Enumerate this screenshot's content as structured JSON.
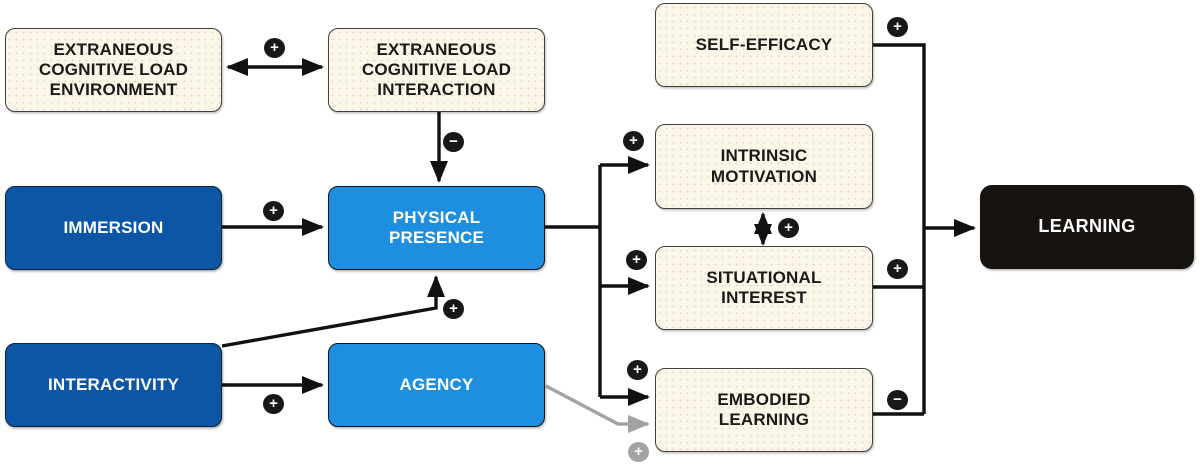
{
  "colors": {
    "dark_blue": "#0d56a6",
    "light_blue": "#1e8fe0",
    "cream": "#fbf7e8",
    "black_box": "#171310",
    "badge_black": "#181818",
    "badge_gray": "#a3a3a3"
  },
  "nodes": {
    "ecl_environment": {
      "label": "EXTRANEOUS\nCOGNITIVE LOAD\nENVIRONMENT"
    },
    "ecl_interaction": {
      "label": "EXTRANEOUS\nCOGNITIVE LOAD\nINTERACTION"
    },
    "immersion": {
      "label": "IMMERSION"
    },
    "physical_presence": {
      "label": "PHYSICAL\nPRESENCE"
    },
    "interactivity": {
      "label": "INTERACTIVITY"
    },
    "agency": {
      "label": "AGENCY"
    },
    "self_efficacy": {
      "label": "SELF-EFFICACY"
    },
    "intrinsic_motivation": {
      "label": "INTRINSIC\nMOTIVATION"
    },
    "situational_interest": {
      "label": "SITUATIONAL\nINTEREST"
    },
    "embodied_learning": {
      "label": "EMBODIED\nLEARNING"
    },
    "learning": {
      "label": "LEARNING"
    }
  },
  "edges": [
    {
      "from": "ecl_environment",
      "to": "ecl_interaction",
      "sign": "+",
      "bidirectional": true
    },
    {
      "from": "ecl_interaction",
      "to": "physical_presence",
      "sign": "−"
    },
    {
      "from": "immersion",
      "to": "physical_presence",
      "sign": "+"
    },
    {
      "from": "interactivity",
      "to": "agency",
      "sign": "+"
    },
    {
      "from": "interactivity",
      "to": "physical_presence",
      "sign": "+"
    },
    {
      "from": "physical_presence",
      "to": "intrinsic_motivation",
      "sign": "+"
    },
    {
      "from": "physical_presence",
      "to": "situational_interest",
      "sign": "+"
    },
    {
      "from": "physical_presence",
      "to": "embodied_learning",
      "sign": "+"
    },
    {
      "from": "intrinsic_motivation",
      "to": "situational_interest",
      "sign": "+",
      "bidirectional": true
    },
    {
      "from": "self_efficacy",
      "to": "learning",
      "sign": "+"
    },
    {
      "from": "situational_interest",
      "to": "learning",
      "sign": "+"
    },
    {
      "from": "embodied_learning",
      "to": "learning",
      "sign": "−"
    },
    {
      "from": "agency",
      "to": "embodied_learning",
      "sign": "+",
      "color": "#a3a3a3"
    }
  ]
}
